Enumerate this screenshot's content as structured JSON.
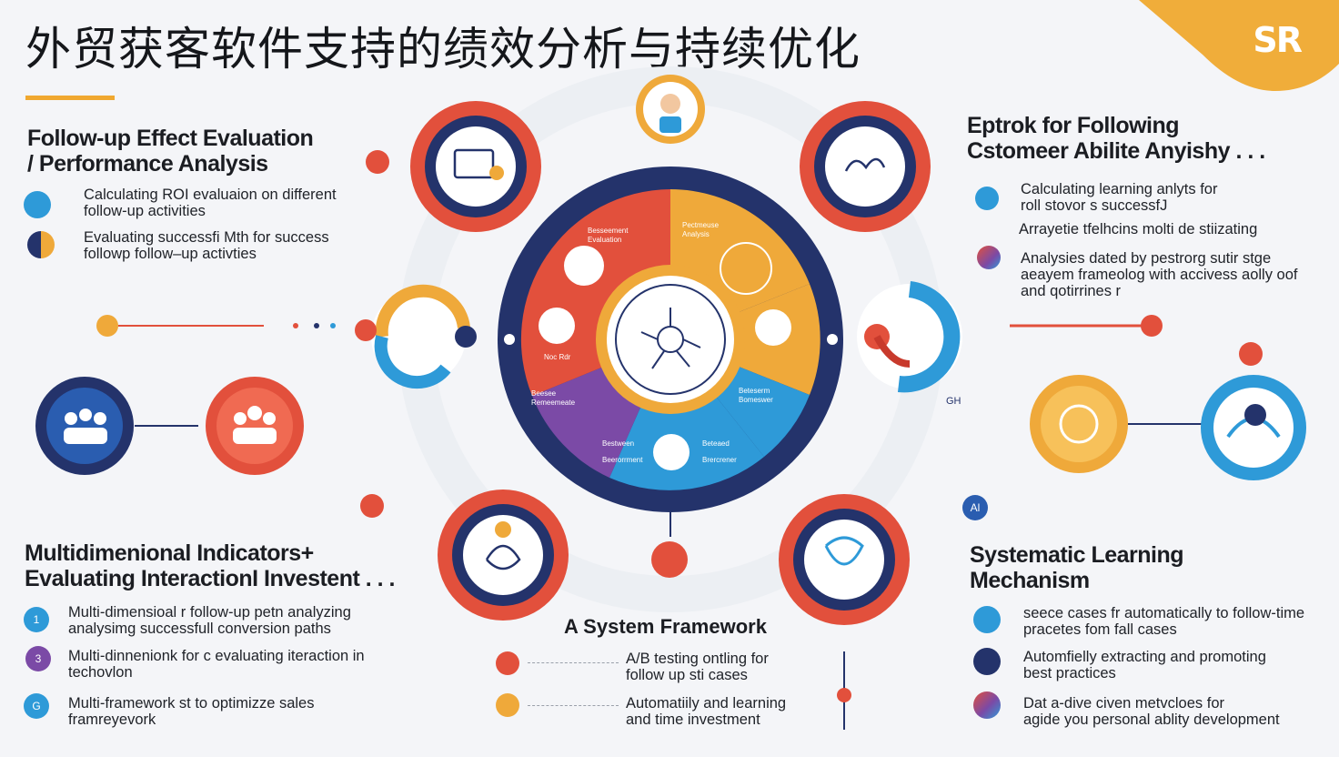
{
  "header": {
    "title": "外贸获客软件支持的绩效分析与持续优化",
    "logo_text": "SR"
  },
  "left_top": {
    "heading_line1": "Follow-up Effect Evaluation",
    "heading_line2": "/  Performance Analysis",
    "items": [
      {
        "line1": "Calculating ROI evaluaion on different",
        "line2": "follow-up activities"
      },
      {
        "line1": "Evaluating successfi Mth for success",
        "line2": "followp follow–up activties"
      }
    ]
  },
  "right_top": {
    "heading_line1": "Eptrok for Following",
    "heading_line2": "Cstomeer Abilite Anyishy . . .",
    "items": [
      {
        "line1": "Calculating learning anlyts for",
        "line2": "roll stovor s successfJ"
      },
      {
        "line1": "Arrayetie tfelhcins molti de stiizating",
        "line2": ""
      },
      {
        "line1": "Analysies dated by pestrorg sutir stge",
        "line2": "aeayem frameolog with accivess aolly oof",
        "line3": "and qotirrines r"
      }
    ]
  },
  "left_bottom": {
    "heading_line1": "Multidimenional Indicators+",
    "heading_line2": "Evaluating InteractionI Investent . . .",
    "items": [
      {
        "badge": "1",
        "line1": "Multi-dimensioal r follow-up petn analyzing",
        "line2": "analysimg successfull conversion paths"
      },
      {
        "badge": "3",
        "line1": "Multi-dinnenionk  for c evaluating iteraction in",
        "line2": "techovlon"
      },
      {
        "badge": "G",
        "line1": "Multi-framework st to optimizze sales",
        "line2": "framreyevork"
      }
    ]
  },
  "center_bottom": {
    "heading": "A System Framework",
    "items": [
      {
        "line1": "A/B testing ontling for",
        "line2": "follow up sti cases"
      },
      {
        "line1": "Automatiily and learning",
        "line2": "and time investment"
      }
    ]
  },
  "right_bottom": {
    "heading_line1": "Systematic Learning",
    "heading_line2": "Mechanism",
    "badge_label": "Al",
    "items": [
      {
        "line1": "seece cases fr automatically to follow-time",
        "line2": "pracetes fom fall cases"
      },
      {
        "line1": "Automfielly extracting and promoting",
        "line2": "best practices"
      },
      {
        "line1": "Dat a-dive civen metvcloes for",
        "line2": "agide you personal ablity development"
      }
    ]
  },
  "wheel": {
    "segments": [
      {
        "label1": "Besseement",
        "label2": "Evaluation"
      },
      {
        "label1": "Pectmeuse",
        "label2": "Analysis"
      },
      {
        "label1": "Noc Rdr",
        "label2": ""
      },
      {
        "label1": "Beesee",
        "label2": "Remeemeate"
      },
      {
        "label1": "Beteserm",
        "label2": "Bomeswer"
      },
      {
        "label1": "Bestween",
        "label2": "Beerorrment"
      },
      {
        "label1": "Beteaed",
        "label2": "Brercrener"
      }
    ],
    "side_small": "GH",
    "colors": {
      "navy": "#24336b",
      "red": "#e2503c",
      "orange": "#efa93a",
      "blue": "#2e9ad8",
      "purple": "#7b4aa6"
    }
  }
}
